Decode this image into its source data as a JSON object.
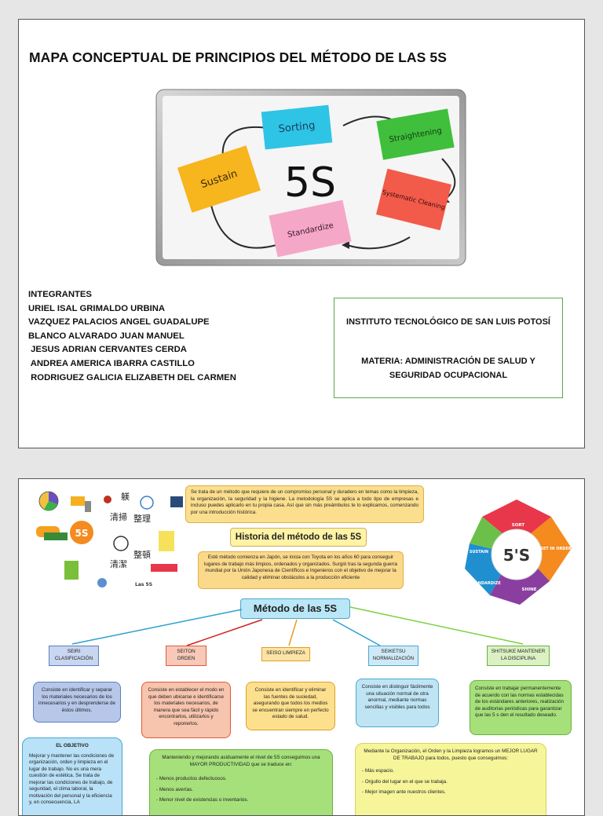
{
  "slide1": {
    "title": "MAPA CONCEPTUAL DE PRINCIPIOS DEL MÉTODO DE LAS 5S",
    "whiteboard": {
      "center": "5S",
      "notes": [
        "Sorting",
        "Straightening",
        "Systematic Cleaning",
        "Standardize",
        "Sustain"
      ],
      "colors": {
        "sorting": "#2ec4e6",
        "straightening": "#3fbf3c",
        "cleaning": "#f25a4a",
        "standardize": "#f5a7c8",
        "sustain": "#f7b51e"
      }
    },
    "members_heading": "INTEGRANTES",
    "members": [
      "URIEL ISAL GRIMALDO URBINA",
      "VAZQUEZ PALACIOS ANGEL GUADALUPE",
      "BLANCO ALVARADO JUAN MANUEL",
      " JESUS ADRIAN CERVANTES CERDA",
      " ANDREA AMERICA IBARRA CASTILLO",
      " RODRIGUEZ GALICIA ELIZABETH DEL CARMEN"
    ],
    "institute": "INSTITUTO TECNOLÓGICO DE SAN LUIS POTOSÍ",
    "subject_line1": "MATERIA: ADMINISTRACIÓN DE SALUD Y",
    "subject_line2": "SEGURIDAD OCUPACIONAL"
  },
  "slide2": {
    "intro": "Se trata de un método que requiere de un compromiso personal y duradero en temas como la limpieza, la organización, la seguridad y la higiene. La metodología 5S se aplica a todo tipo de empresas e incluso puedes aplicarlo en tu propia casa. Así que sin más preámbulos te lo explicamos, comenzando por una introducción histórica.",
    "historia_title": "Historia del método de las 5S",
    "historia_text": "Esté método comienza en Japón, se inicia con Toyota en los años 60 para conseguir lugares de trabajo más limpios, ordenados y organizados. Surgió tras la segunda guerra mundial por la Unión Japonesa de Científicos e Ingenieros con el objetivo de mejorar la calidad y eliminar obstáculos a la producción eficiente",
    "metodo_title": "Método de las 5S",
    "collage": {
      "words": [
        "清掃",
        "躾",
        "整理",
        "整頓",
        "清潔",
        "5S",
        "Las 5S"
      ]
    },
    "wheel": {
      "center": "5'S",
      "segments": [
        "SORT",
        "SET IN ORDER",
        "SHINE",
        "STANDARDIZE",
        "SUSTAIN"
      ],
      "colors": [
        "#e8374a",
        "#f58a1f",
        "#8a3fa0",
        "#1f8fd0",
        "#6cc04a"
      ]
    },
    "categories": [
      {
        "label": "SEIRI CLASIFICACIÓN",
        "desc": "Consiste en identificar y separar los materiales necesarios de los innecesarios y en desprenderse de éstos últimos.",
        "color": "#c9d6ef",
        "border": "#5a7fc0",
        "desc_bg": "#b7c7e9"
      },
      {
        "label": "SEITON ORDEN",
        "desc": "Consiste en establecer el modo en que deben ubicarse e identificarse los materiales necesarios, de manera que sea fácil y rápido encontrarlos, utilizarlos y reponerlos.",
        "color": "#f8c9b8",
        "border": "#e05a3a",
        "desc_bg": "#f7c4ad"
      },
      {
        "label": "SEISO LIMPIEZA",
        "desc": "Consiste en identificar y eliminar las fuentes de suciedad, asegurando que todos los medios se encuentran siempre en perfecto estado de salud.",
        "color": "#fde4a6",
        "border": "#e0a020",
        "desc_bg": "#fde08e"
      },
      {
        "label": "SEIKETSU NORMALIZACIÓN",
        "desc": "Consiste en distinguir fácilmente una situación normal de otra anormal, mediante normas sencillas y visibles para todos",
        "color": "#cfeaf6",
        "border": "#4aa8d0",
        "desc_bg": "#bfe5f5"
      },
      {
        "label": "SHITSUKE MANTENER LA DISCIPLINA",
        "desc": "Consiste en trabajar permanentemente de acuerdo con las normas establecidas de los estándares anteriores, realización de auditorias periódicas para garantizar que las 5 s den el resultado deseado.",
        "color": "#dbf1c4",
        "border": "#6cb040",
        "desc_bg": "#a6e07a"
      }
    ],
    "objetivo_title": "EL OBJETIVO",
    "objetivo_text": "Mejorar y mantener las condiciones de organización, orden y limpieza en el lugar de trabajo. No es una mera cuestión de estética. Se trata de mejorar las condiciones de trabajo, de seguridad, el clima laboral, la motivación del personal y la eficiencia y, en consecuencia, LA",
    "productividad_intro": "Manteniendo y mejorando asiduamente el nivel de 5S conseguimos una MAYOR PRODUCTIVIDAD que se traduce en:",
    "productividad_items": [
      "- Menos productos defectuosos.",
      "- Menos averías.",
      "- Menor nivel de existencias o inventarios."
    ],
    "mejor_intro": "Mediante la Organización, el Orden y la Limpieza logramos un MEJOR LUGAR DE TRABAJO para todos, puesto que conseguimos:",
    "mejor_items": [
      "- Más espacio.",
      "- Orgullo del lugar en el que se trabaja.",
      "- Mejor imagen ante nuestros clientes."
    ]
  }
}
